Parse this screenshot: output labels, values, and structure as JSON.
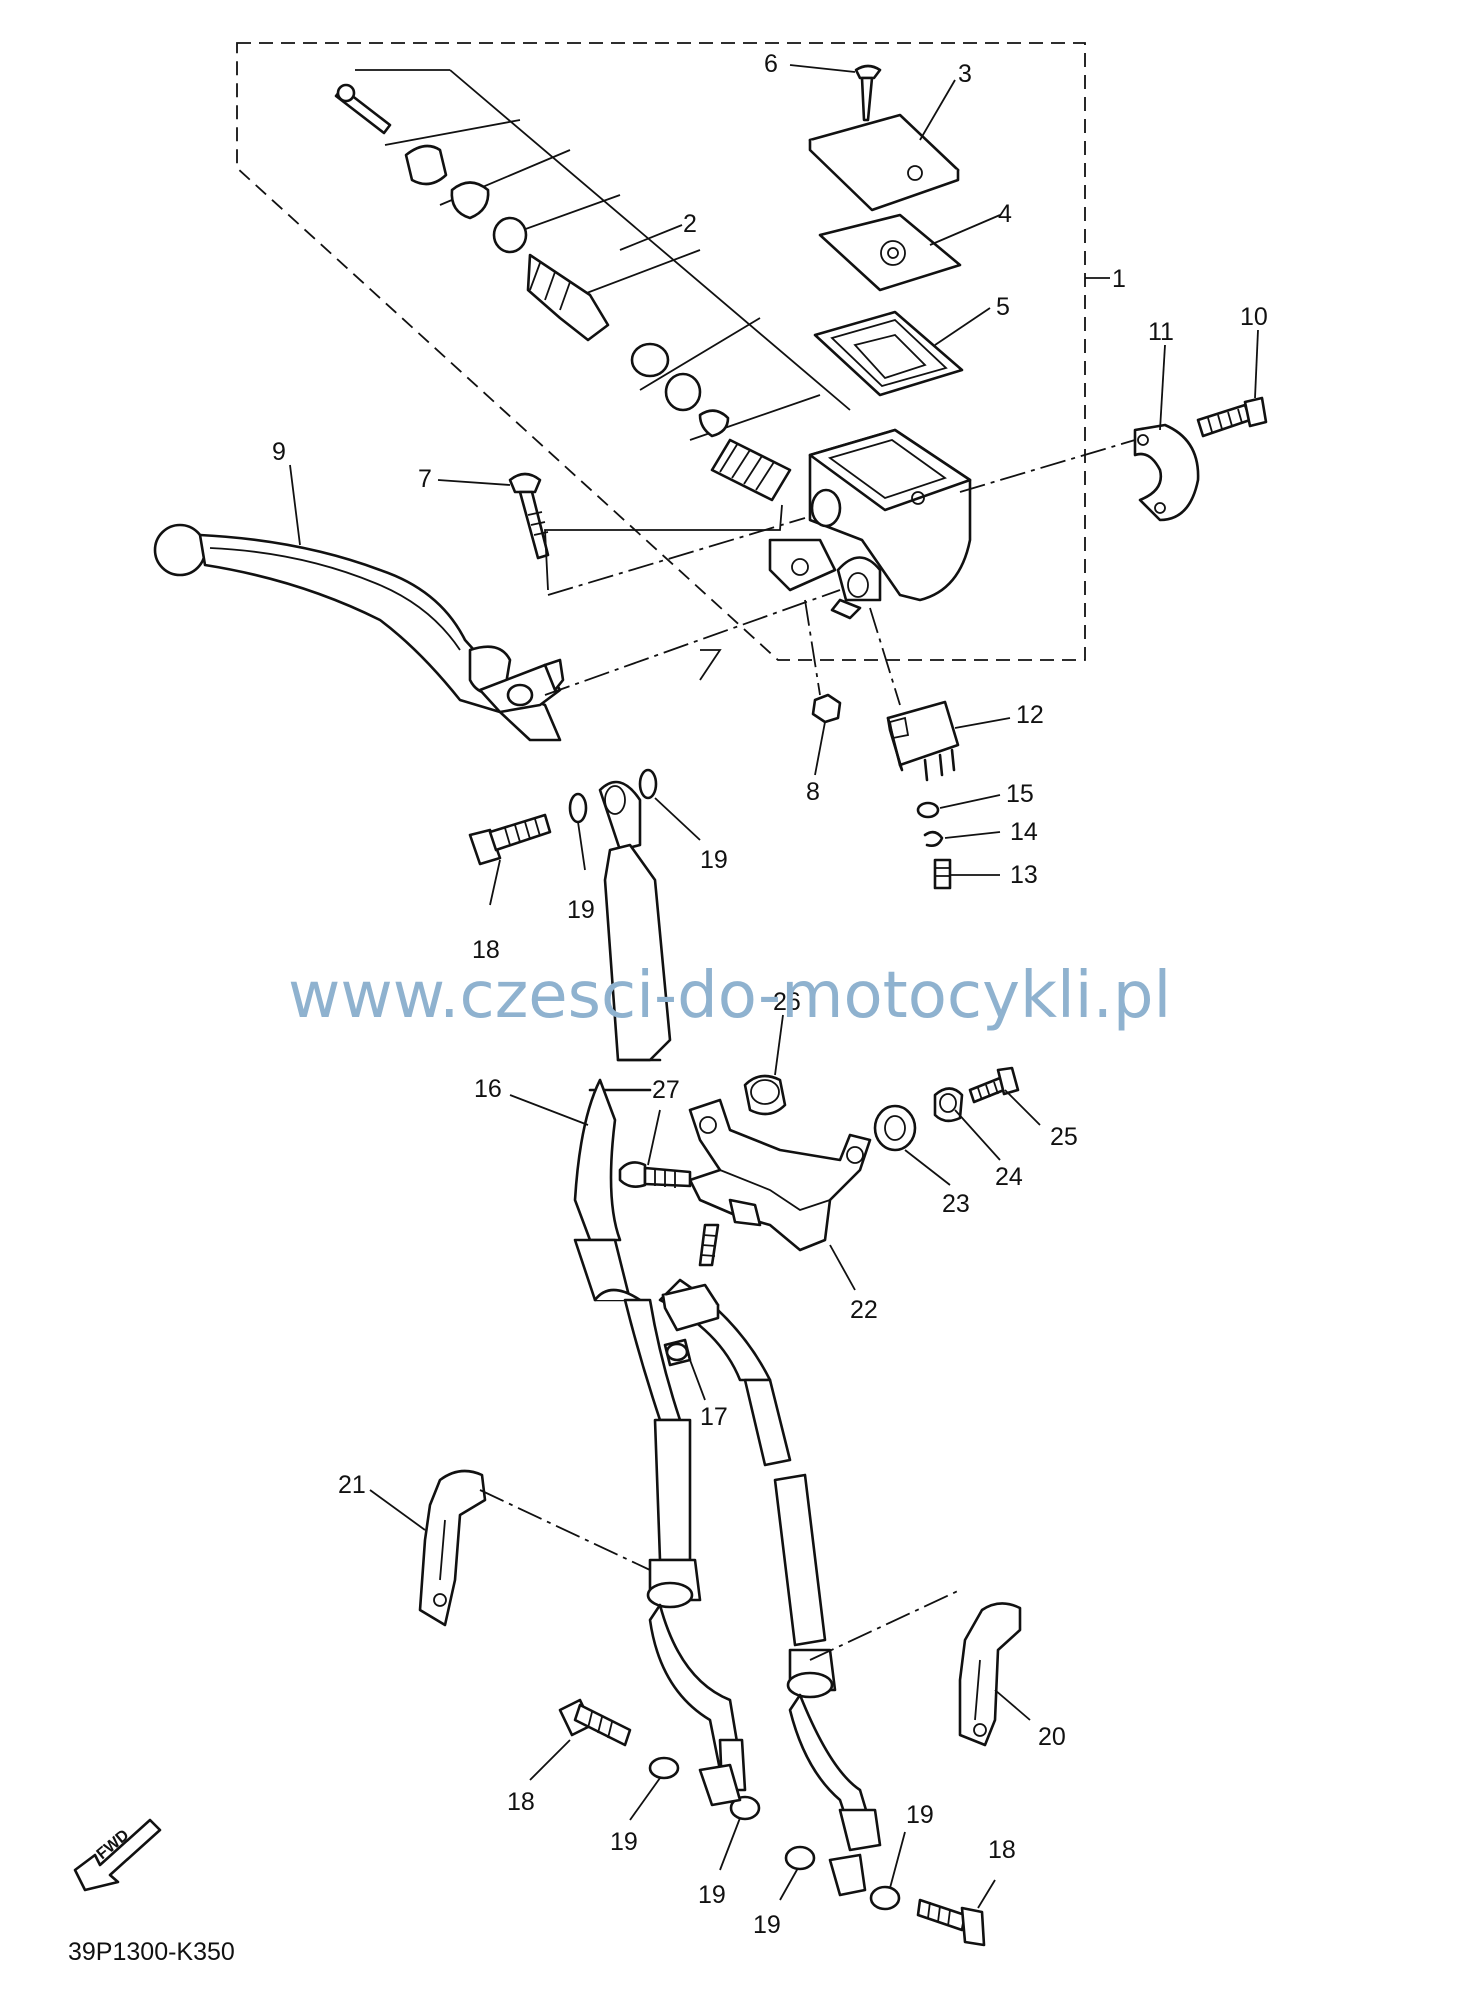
{
  "diagram": {
    "part_labels": [
      "1",
      "2",
      "3",
      "4",
      "5",
      "6",
      "7",
      "8",
      "9",
      "10",
      "11",
      "12",
      "13",
      "14",
      "15",
      "16",
      "17",
      "18",
      "19",
      "20",
      "21",
      "22",
      "23",
      "24",
      "25",
      "26",
      "27",
      "18",
      "18",
      "18",
      "19",
      "19",
      "19",
      "19",
      "19",
      "19",
      "19"
    ],
    "watermark": "www.czesci-do-motocykli.pl",
    "diagram_code": "39P1300-K350",
    "fwd_text": "FWD"
  }
}
